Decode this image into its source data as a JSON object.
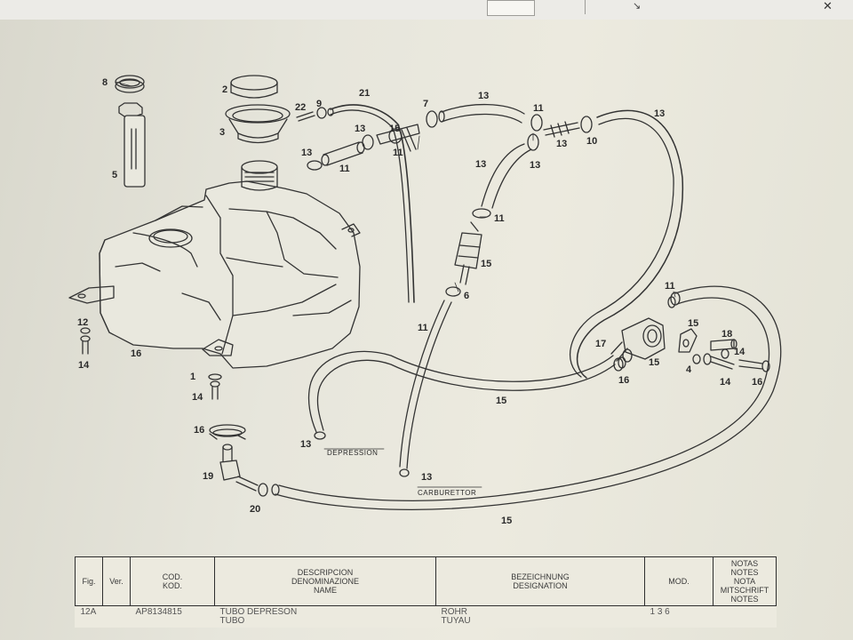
{
  "callouts": [
    {
      "id": "c8",
      "text": "8"
    },
    {
      "id": "c2",
      "text": "2"
    },
    {
      "id": "c3",
      "text": "3"
    },
    {
      "id": "c5",
      "text": "5"
    },
    {
      "id": "c22",
      "text": "22"
    },
    {
      "id": "c9",
      "text": "9"
    },
    {
      "id": "c21",
      "text": "21"
    },
    {
      "id": "c13a",
      "text": "13"
    },
    {
      "id": "c11a",
      "text": "11"
    },
    {
      "id": "c13b",
      "text": "13"
    },
    {
      "id": "c13c",
      "text": "13"
    },
    {
      "id": "c11b",
      "text": "11"
    },
    {
      "id": "c7",
      "text": "7"
    },
    {
      "id": "c13d",
      "text": "13"
    },
    {
      "id": "c11c",
      "text": "11"
    },
    {
      "id": "c13e",
      "text": "13"
    },
    {
      "id": "c13f",
      "text": "13"
    },
    {
      "id": "c10",
      "text": "10"
    },
    {
      "id": "c13g",
      "text": "13"
    },
    {
      "id": "c11d",
      "text": "11"
    },
    {
      "id": "c11e",
      "text": "11"
    },
    {
      "id": "c15a",
      "text": "15"
    },
    {
      "id": "c6",
      "text": "6"
    },
    {
      "id": "c15b",
      "text": "15"
    },
    {
      "id": "c11f",
      "text": "11"
    },
    {
      "id": "c15c",
      "text": "15"
    },
    {
      "id": "c18",
      "text": "18"
    },
    {
      "id": "c17",
      "text": "17"
    },
    {
      "id": "c15d",
      "text": "15"
    },
    {
      "id": "c4",
      "text": "4"
    },
    {
      "id": "c14a",
      "text": "14"
    },
    {
      "id": "c14b",
      "text": "14"
    },
    {
      "id": "c16a",
      "text": "16"
    },
    {
      "id": "c16b",
      "text": "16"
    },
    {
      "id": "c15e",
      "text": "15"
    },
    {
      "id": "c12",
      "text": "12"
    },
    {
      "id": "c14c",
      "text": "14"
    },
    {
      "id": "c16c",
      "text": "16"
    },
    {
      "id": "c1",
      "text": "1"
    },
    {
      "id": "c14d",
      "text": "14"
    },
    {
      "id": "c16d",
      "text": "16"
    },
    {
      "id": "c19",
      "text": "19"
    },
    {
      "id": "c20",
      "text": "20"
    },
    {
      "id": "c13h",
      "text": "13"
    },
    {
      "id": "c13i",
      "text": "13"
    },
    {
      "id": "c15f",
      "text": "15"
    },
    {
      "id": "c11g",
      "text": "11"
    }
  ],
  "captions": {
    "depression": "DEPRESSION",
    "carburettor": "CARBURETTOR"
  },
  "table": {
    "headers": {
      "fig": "Fig.",
      "ver": "Ver.",
      "cod": "COD.\nKOD.",
      "desc": "DESCRIPCION\nDENOMINAZIONE\nNAME",
      "bez": "BEZEICHNUNG\nDESIGNATION",
      "mod": "MOD.",
      "notes": "NOTAS\nNOTES\nNOTA\nMITSCHRIFT\nNOTES"
    },
    "row": {
      "fig": "12A",
      "code": "AP8134815",
      "desc": "TUBO DEPRESON\nTUBO",
      "bez": "ROHR\nTUYAU",
      "mod": "1   3     6"
    }
  }
}
